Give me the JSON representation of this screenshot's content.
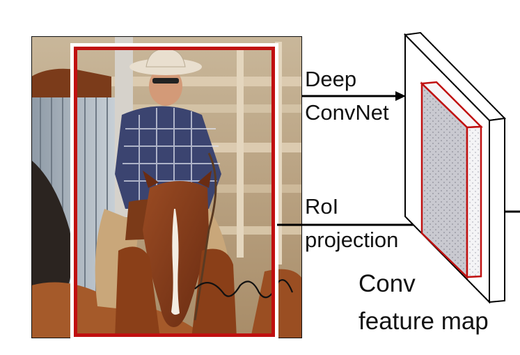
{
  "figure": {
    "photo": {
      "description_icon": "photo-rider-on-horse",
      "roi_box_color": "#c01010",
      "signature_present": true
    },
    "labels": {
      "deep_convnet_line1": "Deep",
      "deep_convnet_line2": "ConvNet",
      "roi_line1": "RoI",
      "roi_line2": "projection",
      "feature_map_line1": "Conv",
      "feature_map_line2": "feature map"
    },
    "colors": {
      "arrow": "#000000",
      "roi_outline": "#c01010",
      "feature_fill": "#cfcfd6",
      "feature_face_light": "#ffffff"
    }
  }
}
